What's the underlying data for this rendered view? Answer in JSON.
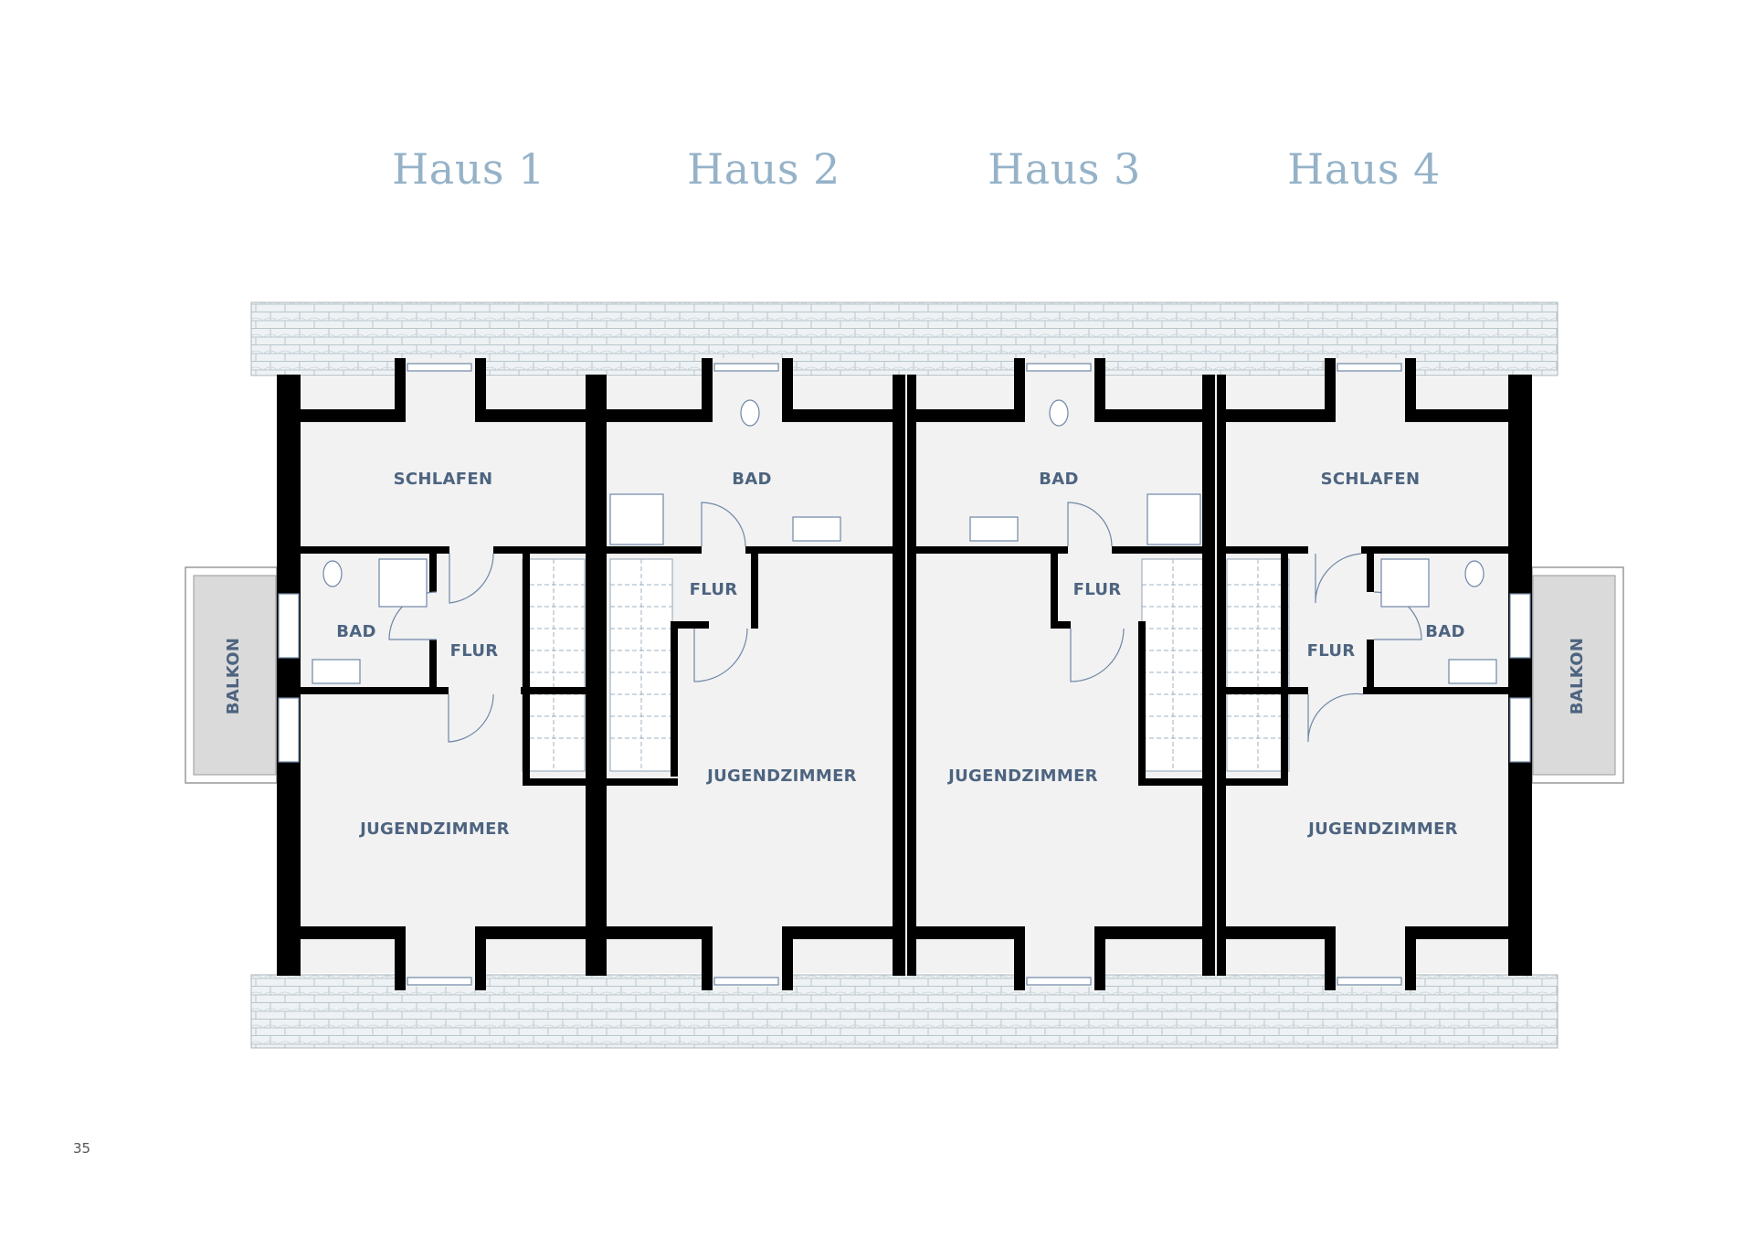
{
  "houses": [
    {
      "title": "Haus 1"
    },
    {
      "title": "Haus 2"
    },
    {
      "title": "Haus 3"
    },
    {
      "title": "Haus 4"
    }
  ],
  "rooms": {
    "schlafen": "SCHLAFEN",
    "bad": "BAD",
    "flur": "FLUR",
    "jugendzimmer": "JUGENDZIMMER",
    "balkon": "BALKON"
  },
  "page_number": "35",
  "colors": {
    "title": "#95b2c8",
    "label": "#4d6480",
    "wall": "#000000",
    "floor": "#f2f2f2",
    "roof": "#eef2f4",
    "door": "#6f87a6"
  }
}
